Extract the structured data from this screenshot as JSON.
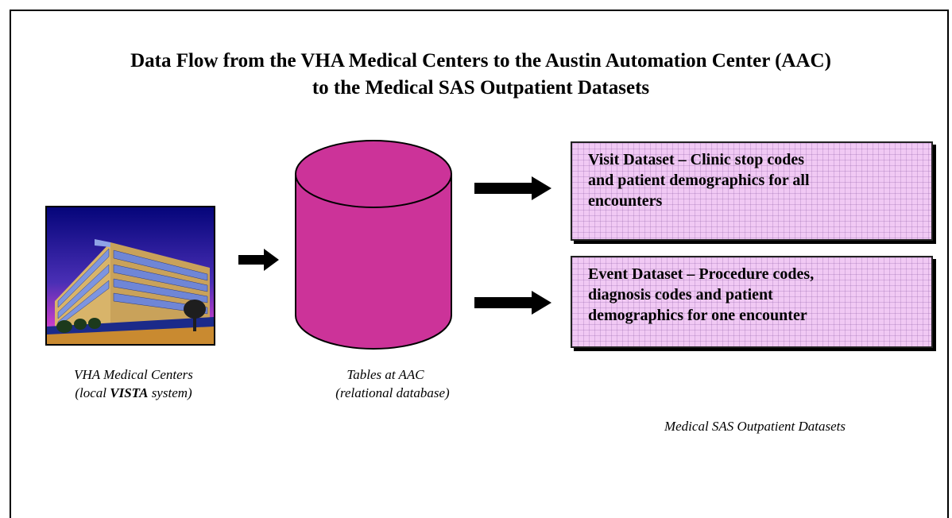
{
  "title": {
    "line1": "Data Flow from the VHA Medical Centers to the Austin Automation Center (AAC)",
    "line2": "to the Medical SAS Outpatient Datasets"
  },
  "source": {
    "caption_line1": "VHA Medical Centers",
    "caption_line2_pre": "(local ",
    "caption_line2_bold": "VISTA",
    "caption_line2_post": " system)"
  },
  "database": {
    "caption_line1": "Tables at AAC",
    "caption_line2": "(relational database)",
    "color": "#cc3399"
  },
  "datasets": {
    "box_color": "#f1c9f4",
    "visit": {
      "lines": [
        "Visit Dataset  – Clinic stop codes",
        "and patient demographics for all",
        "encounters"
      ]
    },
    "event": {
      "lines": [
        "Event Dataset  – Procedure codes,",
        "diagnosis codes and patient",
        "demographics for one encounter"
      ]
    },
    "caption": "Medical SAS Outpatient Datasets"
  }
}
